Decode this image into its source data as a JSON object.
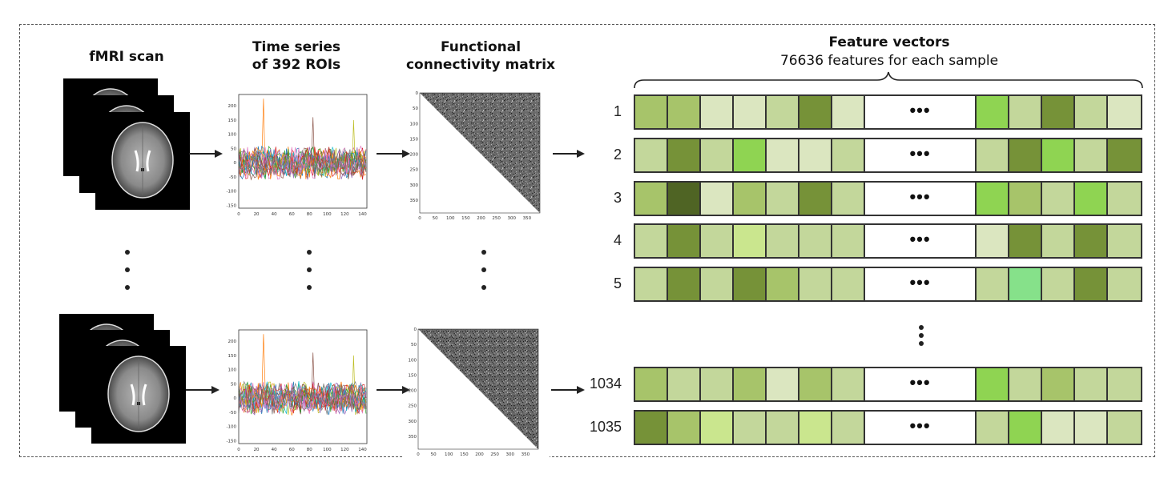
{
  "headers": {
    "fmri": "fMRI scan",
    "timeseries": [
      "Time series",
      "of 392 ROIs"
    ],
    "fc": [
      "Functional",
      "connectivity matrix"
    ],
    "features_title": "Feature vectors",
    "features_subtitle": "76636 features for each sample"
  },
  "ts_axis": {
    "y_ticks": [
      "200",
      "150",
      "100",
      "50",
      "0",
      "-50",
      "-100",
      "-150"
    ],
    "x_ticks": [
      "0",
      "20",
      "40",
      "60",
      "80",
      "100",
      "120",
      "140"
    ]
  },
  "fc_axis": {
    "y_ticks": [
      "0",
      "50",
      "100",
      "150",
      "200",
      "250",
      "300",
      "350"
    ],
    "x_ticks": [
      "0",
      "50",
      "100",
      "150",
      "200",
      "250",
      "300",
      "350"
    ]
  },
  "ellipsis": "•••",
  "palette": {
    "c1": "#a7c46a",
    "c2": "#c3d79b",
    "c3": "#dbe6c0",
    "c4": "#769238",
    "c5": "#4f6424",
    "c6": "#8fd452",
    "c7": "#cae68e",
    "c8": "#86e18a",
    "border": "#333333"
  },
  "rows": [
    {
      "label": "1",
      "left": [
        "c1",
        "c1",
        "c3",
        "c3",
        "c2",
        "c4",
        "c3"
      ],
      "right": [
        "c6",
        "c2",
        "c4",
        "c2",
        "c3"
      ]
    },
    {
      "label": "2",
      "left": [
        "c2",
        "c4",
        "c2",
        "c6",
        "c3",
        "c3",
        "c2"
      ],
      "right": [
        "c2",
        "c4",
        "c6",
        "c2",
        "c4"
      ]
    },
    {
      "label": "3",
      "left": [
        "c1",
        "c5",
        "c3",
        "c1",
        "c2",
        "c4",
        "c2"
      ],
      "right": [
        "c6",
        "c1",
        "c2",
        "c6",
        "c2"
      ]
    },
    {
      "label": "4",
      "left": [
        "c2",
        "c4",
        "c2",
        "c7",
        "c2",
        "c2",
        "c2"
      ],
      "right": [
        "c3",
        "c4",
        "c2",
        "c4",
        "c2"
      ]
    },
    {
      "label": "5",
      "left": [
        "c2",
        "c4",
        "c2",
        "c4",
        "c1",
        "c2",
        "c2"
      ],
      "right": [
        "c2",
        "c8",
        "c2",
        "c4",
        "c2"
      ]
    },
    {
      "label": "1034",
      "left": [
        "c1",
        "c2",
        "c2",
        "c1",
        "c3",
        "c1",
        "c2"
      ],
      "right": [
        "c6",
        "c2",
        "c1",
        "c2",
        "c2"
      ]
    },
    {
      "label": "1035",
      "left": [
        "c4",
        "c1",
        "c7",
        "c2",
        "c2",
        "c7",
        "c2"
      ],
      "right": [
        "c2",
        "c6",
        "c3",
        "c3",
        "c2"
      ]
    }
  ]
}
